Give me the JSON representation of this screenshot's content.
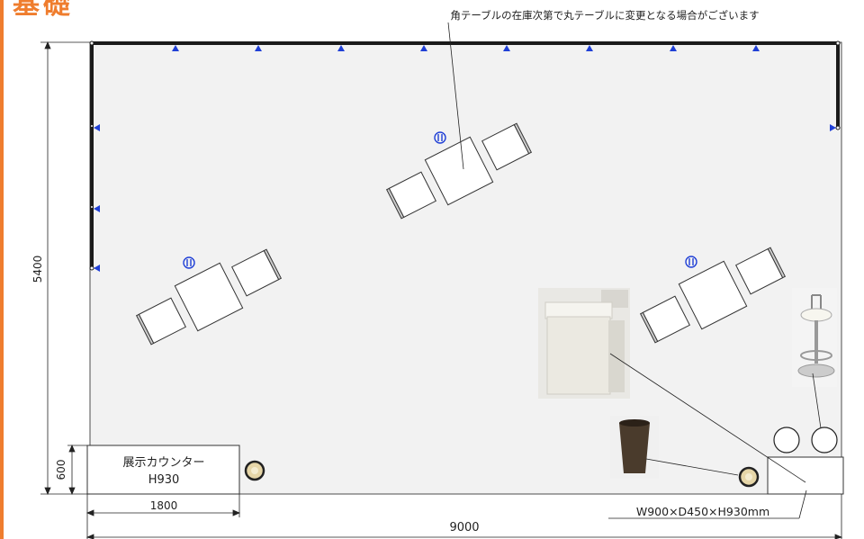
{
  "page_title": "基礎",
  "note": "角テーブルの在庫次第で丸テーブルに変更となる場合がございます",
  "dimensions": {
    "height": "5400",
    "width": "9000",
    "counter_depth": "600",
    "counter_width": "1800"
  },
  "counter": {
    "name": "展示カウンター",
    "height": "H930"
  },
  "cabinet_spec": "W900×D450×H930mm",
  "colors": {
    "accent": "#ef7d2e",
    "floor": "#f2f2f2",
    "wall": "#1a1a1a",
    "marker": "#1f3fd6",
    "outlet": "#1f3fd6"
  },
  "icons": {
    "outlet": "outlet-icon",
    "spotlight": "spotlight-triangle-icon"
  }
}
